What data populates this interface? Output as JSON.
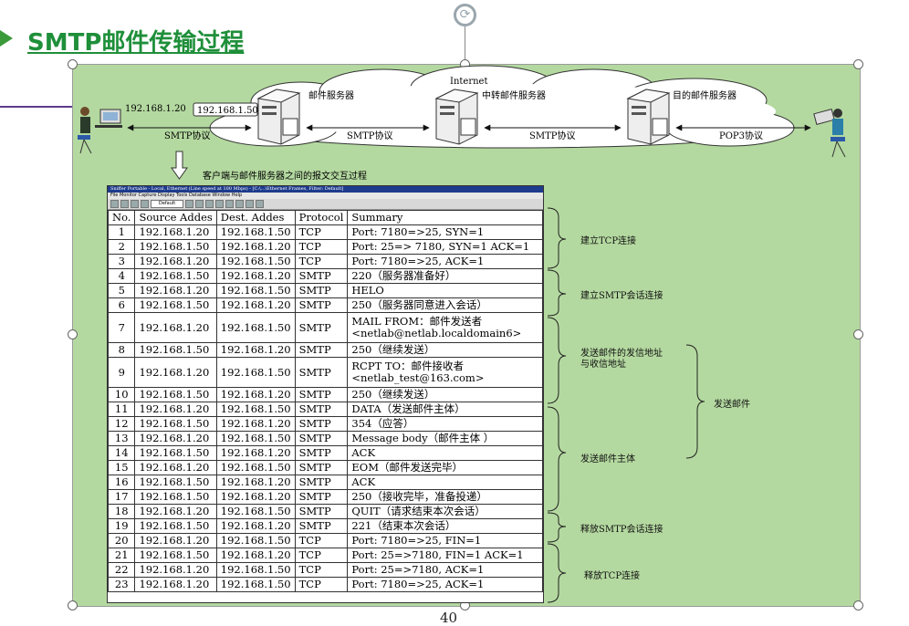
{
  "slide": {
    "title": "SMTP邮件传输过程",
    "page_number": "40"
  },
  "network": {
    "internet_label": "Internet",
    "client_ip": "192.168.1.20",
    "mail_server_ip": "192.168.1.50",
    "mail_server_label": "邮件服务器",
    "relay_server_label": "中转邮件服务器",
    "dest_server_label": "目的邮件服务器",
    "link1_label": "SMTP协议",
    "link2_label": "SMTP协议",
    "link3_label": "SMTP协议",
    "link4_label": "POP3协议",
    "exchange_caption": "客户端与邮件服务器之间的报文交互过程"
  },
  "capture_window": {
    "title": "Sniffer Portable - Local, Ethernet (Line speed at 100 Mbps) - [C:\\...\\Ethernet Frames, Filter: Default]",
    "menu": "File  Monitor  Capture  Display  Tools  Database  Window  Help",
    "filter_value": "Default"
  },
  "table": {
    "headers": [
      "No.",
      "Source Addes",
      "Dest. Addes",
      "Protocol",
      "Summary"
    ],
    "rows": [
      [
        "1",
        "192.168.1.20",
        "192.168.1.50",
        "TCP",
        "Port: 7180=>25, SYN=1"
      ],
      [
        "2",
        "192.168.1.50",
        "192.168.1.20",
        "TCP",
        "Port: 25=> 7180, SYN=1 ACK=1"
      ],
      [
        "3",
        "192.168.1.20",
        "192.168.1.50",
        "TCP",
        "Port: 7180=>25, ACK=1"
      ],
      [
        "4",
        "192.168.1.50",
        "192.168.1.20",
        "SMTP",
        "220（服务器准备好）"
      ],
      [
        "5",
        "192.168.1.20",
        "192.168.1.50",
        "SMTP",
        "HELO"
      ],
      [
        "6",
        "192.168.1.50",
        "192.168.1.20",
        "SMTP",
        "250（服务器同意进入会话）"
      ],
      [
        "7",
        "192.168.1.20",
        "192.168.1.50",
        "SMTP",
        "MAIL FROM：邮件发送者 <netlab@netlab.localdomain6>"
      ],
      [
        "8",
        "192.168.1.50",
        "192.168.1.20",
        "SMTP",
        "250（继续发送）"
      ],
      [
        "9",
        "192.168.1.20",
        "192.168.1.50",
        "SMTP",
        "RCPT TO：邮件接收者 <netlab_test@163.com>"
      ],
      [
        "10",
        "192.168.1.50",
        "192.168.1.20",
        "SMTP",
        "250（继续发送）"
      ],
      [
        "11",
        "192.168.1.20",
        "192.168.1.50",
        "SMTP",
        "DATA（发送邮件主体）"
      ],
      [
        "12",
        "192.168.1.50",
        "192.168.1.20",
        "SMTP",
        "354（应答）"
      ],
      [
        "13",
        "192.168.1.20",
        "192.168.1.50",
        "SMTP",
        "Message body（邮件主体 ）"
      ],
      [
        "14",
        "192.168.1.50",
        "192.168.1.20",
        "SMTP",
        "ACK"
      ],
      [
        "15",
        "192.168.1.20",
        "192.168.1.50",
        "SMTP",
        "EOM（邮件发送完毕）"
      ],
      [
        "16",
        "192.168.1.50",
        "192.168.1.20",
        "SMTP",
        "ACK"
      ],
      [
        "17",
        "192.168.1.50",
        "192.168.1.20",
        "SMTP",
        "250（接收完毕，准备投递）"
      ],
      [
        "18",
        "192.168.1.20",
        "192.168.1.50",
        "SMTP",
        "QUIT（请求结束本次会话）"
      ],
      [
        "19",
        "192.168.1.50",
        "192.168.1.20",
        "SMTP",
        "221（结束本次会话）"
      ],
      [
        "20",
        "192.168.1.20",
        "192.168.1.50",
        "TCP",
        "Port: 7180=>25, FIN=1"
      ],
      [
        "21",
        "192.168.1.50",
        "192.168.1.20",
        "TCP",
        "Port: 25=>7180, FIN=1 ACK=1"
      ],
      [
        "22",
        "192.168.1.20",
        "192.168.1.50",
        "TCP",
        "Port: 25=>7180, ACK=1"
      ],
      [
        "23",
        "192.168.1.20",
        "192.168.1.50",
        "TCP",
        "Port: 7180=>25, ACK=1"
      ]
    ]
  },
  "annotations": {
    "tcp_setup": "建立TCP连接",
    "smtp_setup": "建立SMTP会话连接",
    "addr_line1": "发送邮件的发信地址",
    "addr_line2": "与收信地址",
    "body": "发送邮件主体",
    "send_mail": "发送邮件",
    "smtp_release": "释放SMTP会话连接",
    "tcp_release": "释放TCP连接"
  },
  "colors": {
    "title": "#1f8f3a",
    "slide_bg": "#b4d9a0",
    "cloud": "#ffffff"
  },
  "icons": [
    "rotate-handle-icon",
    "user-at-computer-icon",
    "mail-server-icon",
    "down-arrow-icon",
    "brace-icon"
  ]
}
